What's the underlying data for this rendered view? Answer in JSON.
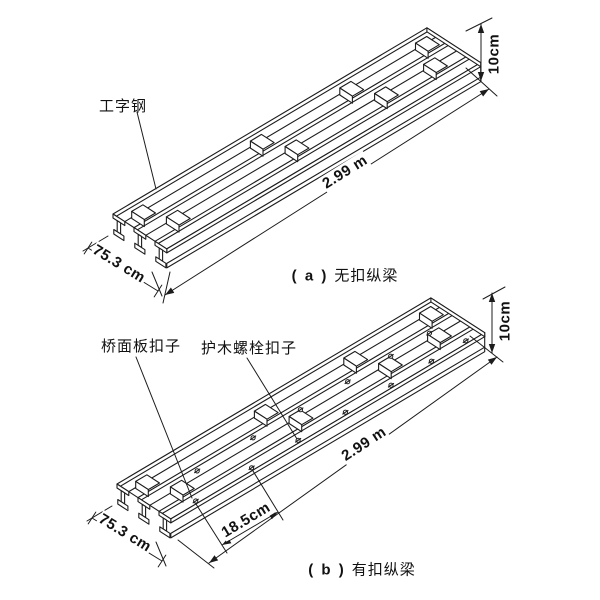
{
  "page": {
    "background": "#ffffff",
    "line_color": "#1c1c1c"
  },
  "diagram_a": {
    "part_label": "工字钢",
    "dim_height": "10cm",
    "dim_length": "2.99 m",
    "dim_width": "75.3 cm",
    "caption_label": "( a )",
    "caption_text": "无扣纵梁"
  },
  "diagram_b": {
    "label_deck_fastener": "桥面板扣子",
    "label_bolt_fastener": "护木螺栓扣子",
    "dim_height": "10cm",
    "dim_length": "2.99 m",
    "dim_width": "75.3 cm",
    "dim_spacing": "18.5cm",
    "caption_label": "( b )",
    "caption_text": "有扣纵梁"
  }
}
